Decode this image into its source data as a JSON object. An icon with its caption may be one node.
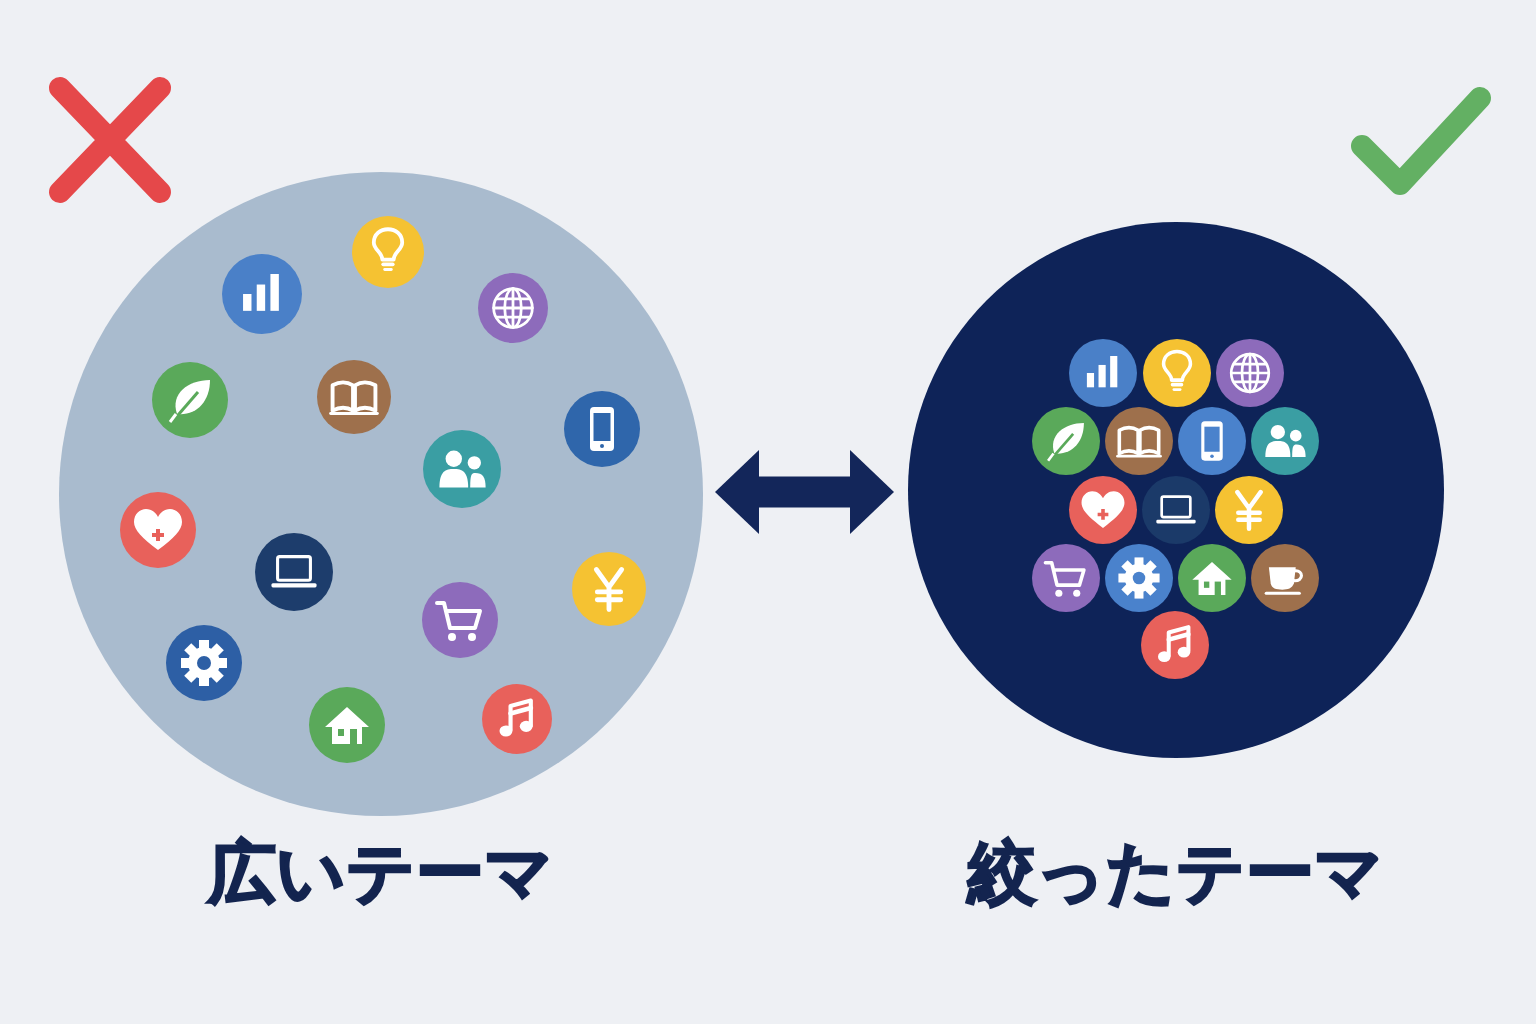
{
  "diagram": {
    "nodes": [
      {
        "text": [],
        "shape": "circle",
        "beside": [
          "広いテーマ"
        ]
      },
      {
        "text": [],
        "shape": "circle",
        "beside": [
          "絞ったテーマ"
        ]
      }
    ],
    "edges": [
      {
        "from": 0,
        "to": 1,
        "arrow": "both"
      }
    ]
  }
}
